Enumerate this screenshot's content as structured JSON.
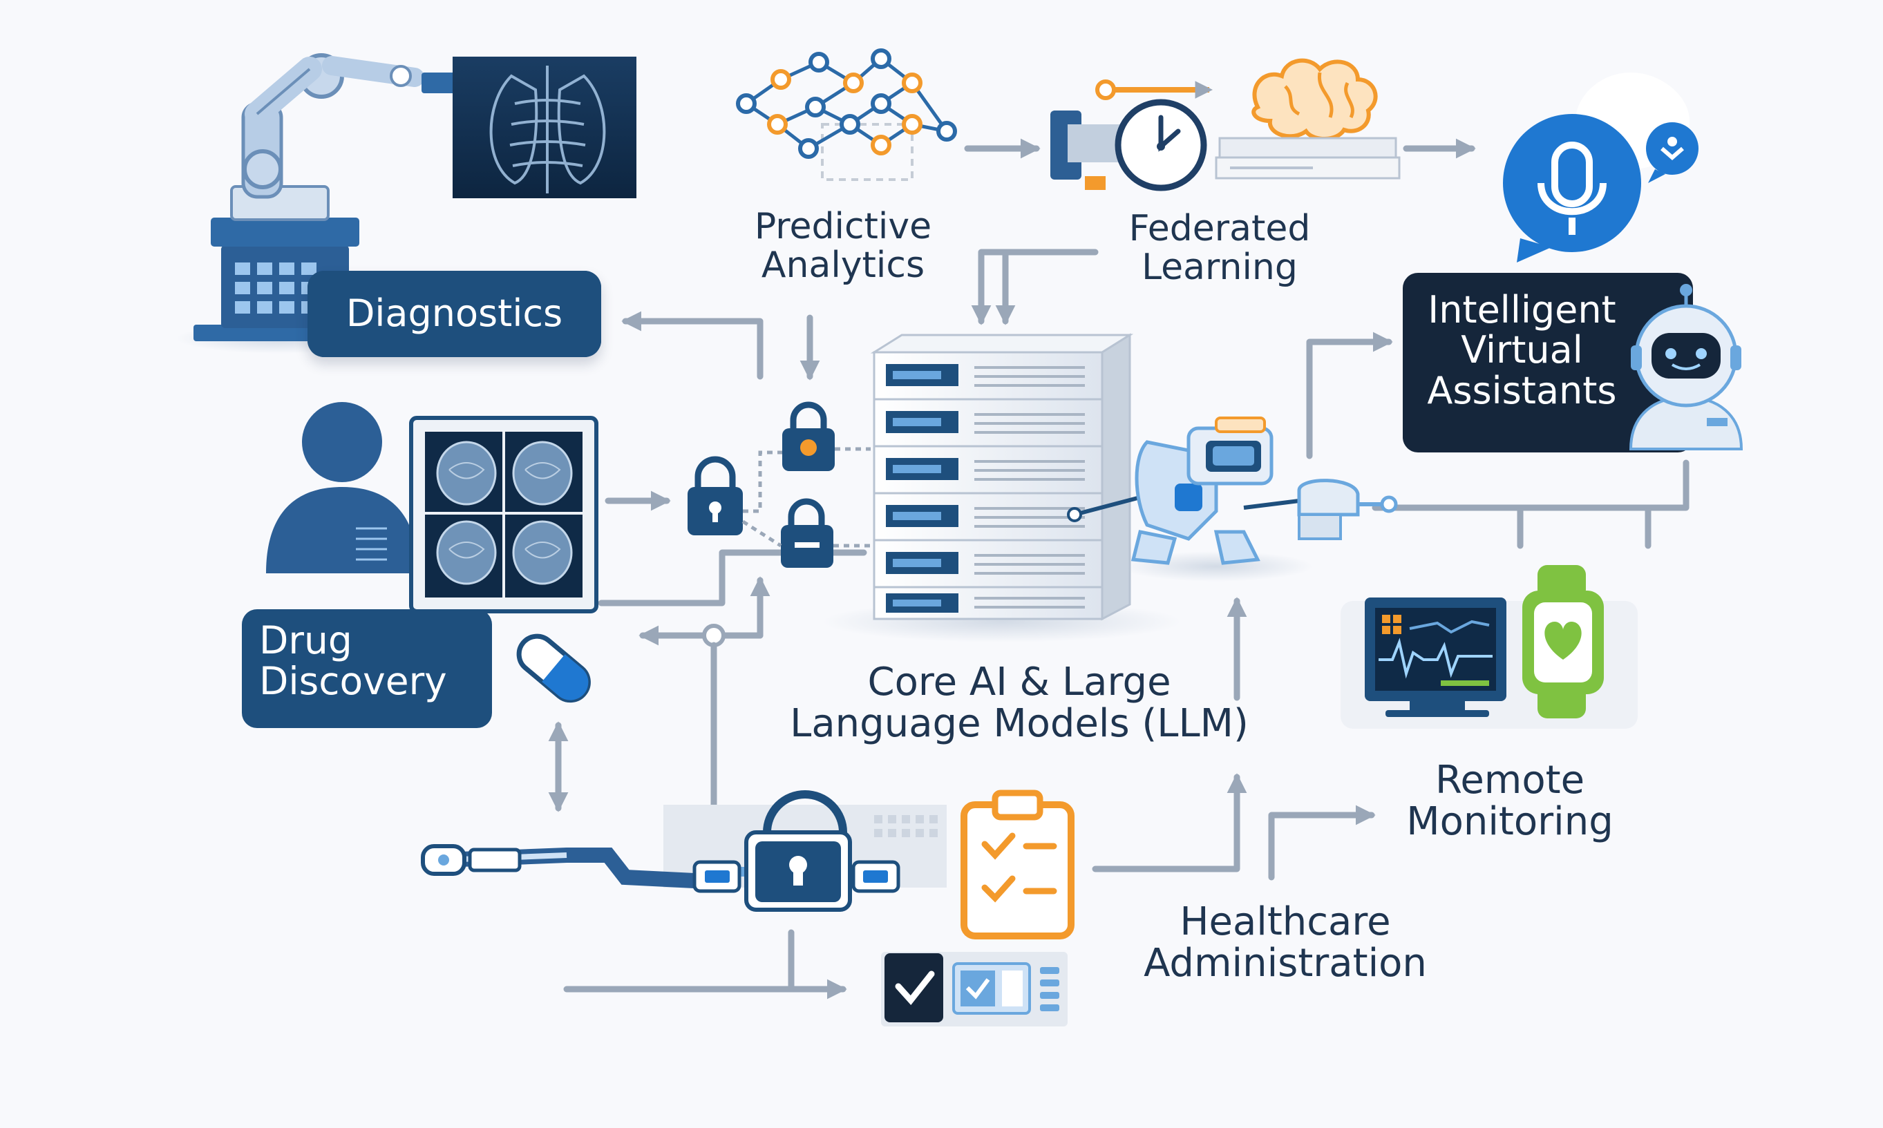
{
  "nodes": {
    "diagnostics": "Diagnostics",
    "predictive_analytics": [
      "Predictive",
      "Analytics"
    ],
    "federated_learning": [
      "Federated",
      "Learning"
    ],
    "intelligent_virtual_assistants": [
      "Intelligent",
      "Virtual",
      "Assistants"
    ],
    "drug_discovery": [
      "Drug",
      "Discovery"
    ],
    "core_ai": [
      "Core AI & Large",
      "Language Models (LLM)"
    ],
    "remote_monitoring": [
      "Remote",
      "Monitoring"
    ],
    "healthcare_administration": [
      "Healthcare",
      "Administration"
    ]
  },
  "colors": {
    "navy": "#1e4f7d",
    "dark_navy": "#15263b",
    "blue": "#1f78d1",
    "light_blue": "#6aa7de",
    "orange": "#f39a2c",
    "green": "#7fc241",
    "arrow_gray": "#9aa7b8",
    "text": "#1f3550"
  }
}
